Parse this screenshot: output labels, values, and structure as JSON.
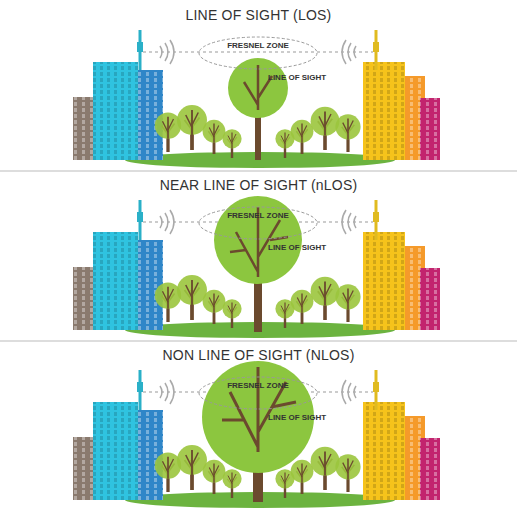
{
  "diagram": {
    "nodes": [
      {
        "text": [
          "FRESNEL ZONE"
        ]
      },
      {
        "text": [
          "FRESNEL ZONE"
        ]
      },
      {
        "text": [
          "FRESNEL ZONE"
        ]
      }
    ],
    "labels": [
      "LINE OF SIGHT (LOS)",
      "LINE OF SIGHT",
      "NEAR LINE OF SIGHT (nLOS)",
      "LINE OF SIGHT",
      "NON LINE OF SIGHT (NLOS)",
      "LINE OF SIGHT"
    ]
  }
}
